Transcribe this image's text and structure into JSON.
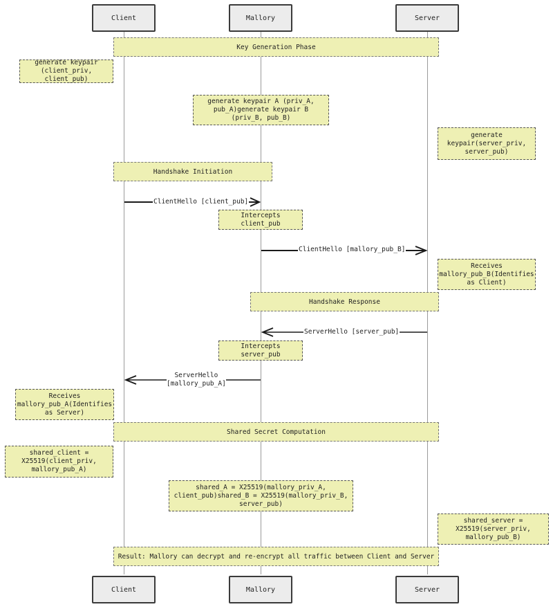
{
  "participants": {
    "client": "Client",
    "mallory": "Mallory",
    "server": "Server"
  },
  "phases": {
    "key_generation": "Key Generation Phase",
    "handshake_initiation": "Handshake Initiation",
    "handshake_response": "Handshake Response",
    "shared_secret": "Shared Secret Computation",
    "result": "Result: Mallory can decrypt and re-encrypt all traffic between Client and Server"
  },
  "notes": {
    "client_keypair": "generate keypair (client_priv, client_pub)",
    "mallory_keypairs": "generate keypair A (priv_A, pub_A)generate keypair B (priv_B, pub_B)",
    "server_keypair": "generate keypair(server_priv, server_pub)",
    "intercept_client": "Intercepts client_pub",
    "server_receives": "Receives mallory_pub_B(Identifies as Client)",
    "intercept_server": "Intercepts server_pub",
    "client_receives": "Receives mallory_pub_A(Identifies as Server)",
    "shared_client": "shared_client = X25519(client_priv, mallory_pub_A)",
    "shared_mallory": "shared_A = X25519(mallory_priv_A, client_pub)shared_B = X25519(mallory_priv_B, server_pub)",
    "shared_server": "shared_server = X25519(server_priv, mallory_pub_B)"
  },
  "messages": {
    "client_hello": "ClientHello [client_pub]",
    "client_hello_forward": "ClientHello [mallory_pub_B]",
    "server_hello": "ServerHello [server_pub]",
    "server_hello_forward_line1": "ServerHello",
    "server_hello_forward_line2": "[mallory_pub_A]"
  }
}
